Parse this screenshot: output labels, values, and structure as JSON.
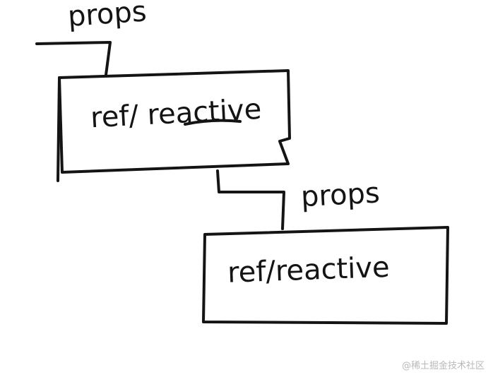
{
  "diagram": {
    "nodes": [
      {
        "id": "top",
        "label": "ref/ reactive"
      },
      {
        "id": "bottom",
        "label": "ref/reactive"
      }
    ],
    "edges": [
      {
        "label": "props",
        "to": "top"
      },
      {
        "label": "props",
        "from": "top",
        "to": "bottom"
      }
    ]
  },
  "watermark": "@稀土掘金技术社区"
}
